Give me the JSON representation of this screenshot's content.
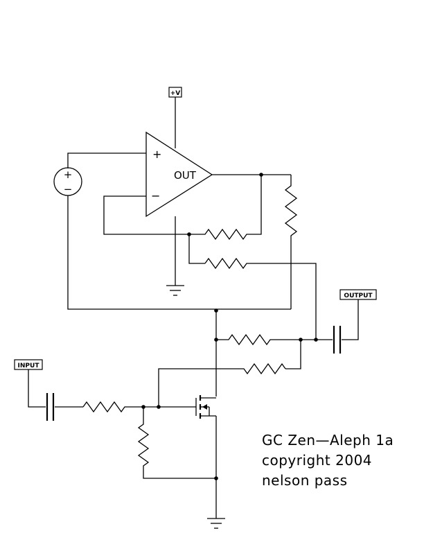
{
  "labels": {
    "supply": "+V",
    "opamp_plus": "+",
    "opamp_minus": "−",
    "opamp_out": "OUT",
    "source_plus": "+",
    "source_minus": "−",
    "input": "INPUT",
    "output": "OUTPUT"
  },
  "caption": {
    "line1": "GC Zen—Aleph 1a",
    "line2": "copyright 2004",
    "line3": "nelson pass"
  }
}
